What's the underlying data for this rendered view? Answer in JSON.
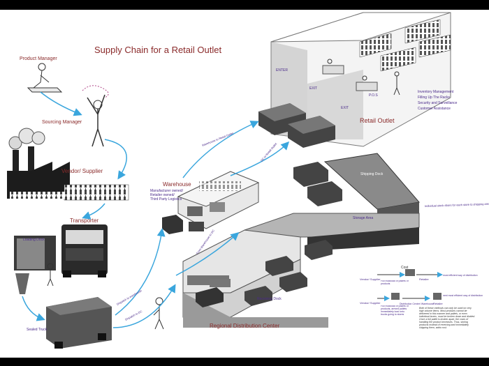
{
  "title": "Supply Chain for a Retail Outlet",
  "actors": {
    "product_manager": "Product Manager",
    "sourcing_manager": "Sourcing Manager",
    "vendor_supplier": "Vendor/ Supplier",
    "transporter": "Transporter",
    "loading_dock": "Loading Dock",
    "sealed_truck": "Sealed Truck"
  },
  "warehouse": {
    "title": "Warehouse",
    "types": [
      "Manufacturer owned/",
      "Retailer owned/",
      "Third Party Logistics"
    ]
  },
  "retail_outlet": {
    "title": "Retail Outlet",
    "enter": "ENTER",
    "exits": [
      "EXIT",
      "EXIT"
    ],
    "pos": "P.O.S",
    "functions": [
      "Inventory Management",
      "Filling Up The Racks",
      "Security and Surveillance",
      "Customer Assistance"
    ]
  },
  "flows": {
    "warehouse_to_retail": "Warehouse to Retail Outlet",
    "dc_to_retail": "DC to Retail Outlet",
    "from_warehouse_to_dc": "From Warehouse to DC",
    "dispatch_to_warehouse": "Dispatch to warehouse",
    "dispatch_to_dc": "Dispatch to DC"
  },
  "distribution_center": {
    "title": "Regional Distribution Center",
    "shipping_dock": "Shipping Dock",
    "storage_area": "Storage Area",
    "receiving_dock": "Receiving Dock",
    "dock_note": "Individual stock doors for each store to shipping area"
  },
  "cost_legend": {
    "cost_label": "Cost",
    "vendor_supplier": "Vendor/ Supplier",
    "distribution_center": "Distribution Center/ Warehouse",
    "retailer": "Retailer",
    "arrows": [
      "Full truckload of pallets of products",
      "Full truckload of pallets of products, arrived pallets immediately load onto trucks going to stores"
    ],
    "most_efficient_1": "most efficient way of distribution",
    "most_efficient_2": "next most efficient way of distribution",
    "note": "Both of these methods can only be used on very high volume items. Most products cannot be delivered in this manner and pallets, or even individual boxes, must be broken down and divided. Once a full pallet is broken apart, the costs of handling the product increases. Thus, storing products instead of receiving and immediately shipping them, adds cost."
  }
}
